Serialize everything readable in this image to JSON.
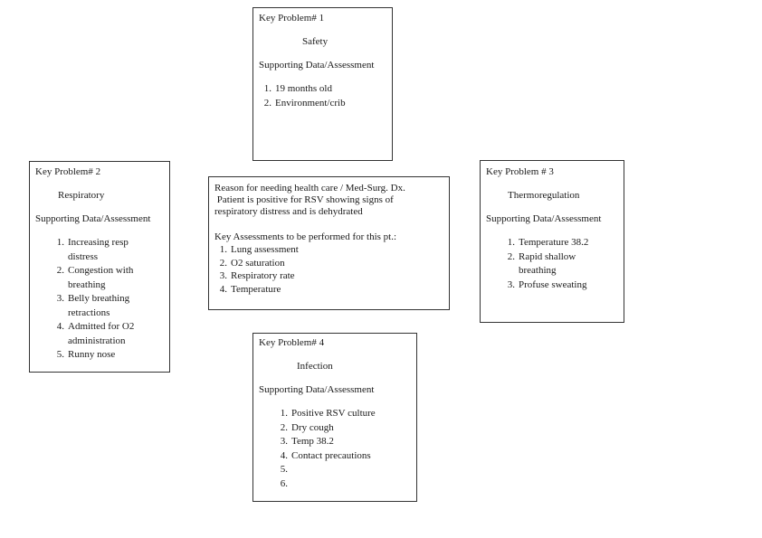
{
  "problem1": {
    "heading": "Key Problem# 1",
    "title": "Safety",
    "supporting": "Supporting Data/Assessment",
    "items": [
      "19 months old",
      "Environment/crib"
    ]
  },
  "problem2": {
    "heading": "Key Problem# 2",
    "title": "Respiratory",
    "supporting": "Supporting Data/Assessment",
    "items": [
      "Increasing resp distress",
      "Congestion with breathing",
      "Belly breathing retractions",
      "Admitted for O2 administration",
      "Runny nose"
    ]
  },
  "center": {
    "reason_heading": "Reason for needing health care / Med-Surg. Dx.",
    "reason_lines": [
      " Patient is positive for RSV showing signs of",
      "respiratory distress and is dehydrated"
    ],
    "assess_heading": "Key Assessments to be performed for this pt.:",
    "items": [
      "Lung assessment",
      "O2 saturation",
      "Respiratory rate",
      "Temperature"
    ]
  },
  "problem3": {
    "heading": "Key Problem # 3",
    "title": "Thermoregulation",
    "supporting": "Supporting Data/Assessment",
    "items": [
      "Temperature 38.2",
      "Rapid shallow breathing",
      "Profuse sweating"
    ]
  },
  "problem4": {
    "heading": "Key Problem# 4",
    "title": "Infection",
    "supporting": "Supporting Data/Assessment",
    "items": [
      "Positive RSV culture",
      "Dry cough",
      "Temp 38.2",
      "Contact precautions",
      "",
      ""
    ]
  },
  "list_numbers": [
    "1.",
    "2.",
    "3.",
    "4.",
    "5.",
    "6."
  ]
}
